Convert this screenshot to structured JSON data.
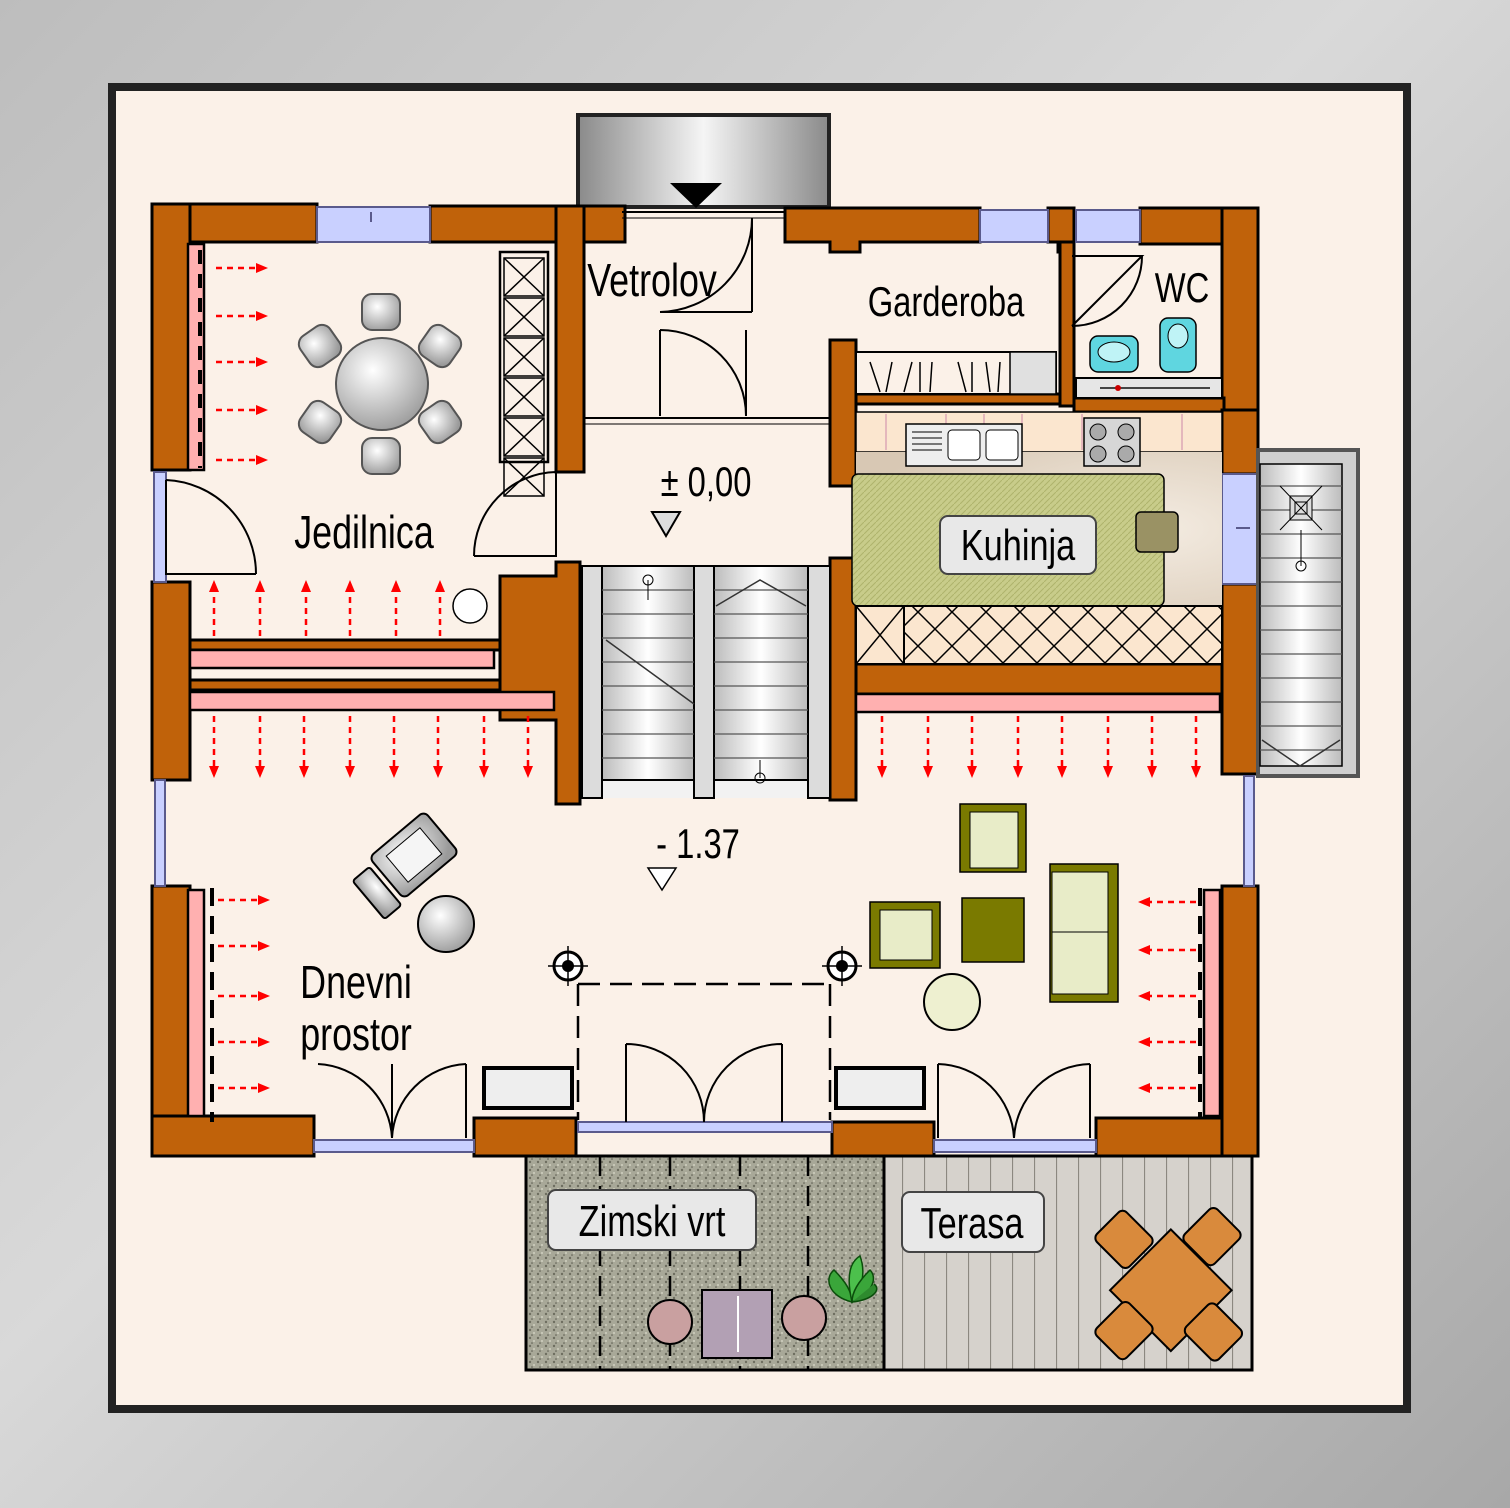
{
  "rooms": {
    "vetrolov": "Vetrolov",
    "garderoba": "Garderoba",
    "wc": "WC",
    "jedilnica": "Jedilnica",
    "kuhinja": "Kuhinja",
    "dnevni_line1": "Dnevni",
    "dnevni_line2": "prostor",
    "zimski_vrt": "Zimski vrt",
    "terasa": "Terasa"
  },
  "levels": {
    "upper": "± 0,00",
    "lower": "- 1.37"
  },
  "colors": {
    "wall": "#c0620a",
    "floor": "#fbf1e8",
    "window": "#c9d0ff",
    "heating": "#ff0000",
    "kitchen_island": "#c8cc8a",
    "sofa": "#e8ecc8",
    "sofa_frame": "#7a7a00",
    "terrace_table": "#d98a3c"
  }
}
